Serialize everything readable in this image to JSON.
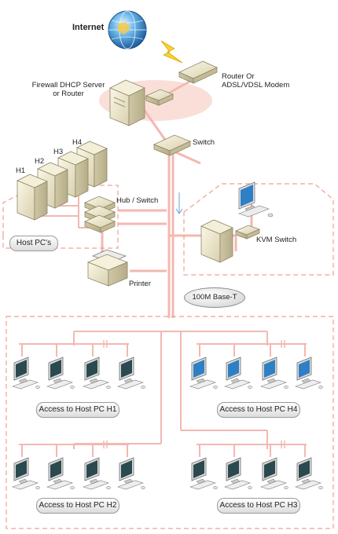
{
  "labels": {
    "internet": "Internet",
    "firewall": "Firewall DHCP Server\nor Router",
    "modem": "Router Or\nADSL/VDSL Modem",
    "switch": "Switch",
    "h1": "H1",
    "h2": "H2",
    "h3": "H3",
    "h4": "H4",
    "hub_switch": "Hub / Switch",
    "host_pcs": "Host PC's",
    "kvm_switch": "KVM Switch",
    "printer": "Printer",
    "network": "100M Base-T"
  },
  "groups": [
    {
      "label": "Access to Host PC H1",
      "screen_color": "#2b4a4f"
    },
    {
      "label": "Access to Host PC H4",
      "screen_color": "#2f7fc4"
    },
    {
      "label": "Access to Host PC H2",
      "screen_color": "#2b4a4f"
    },
    {
      "label": "Access to Host PC H3",
      "screen_color": "#2b4a4f"
    }
  ],
  "colors": {
    "cable": "#f3b8b0",
    "dashed_border": "#f0a090",
    "dark_screen": "#2b4a4f",
    "blue_screen": "#2f7fc4"
  }
}
